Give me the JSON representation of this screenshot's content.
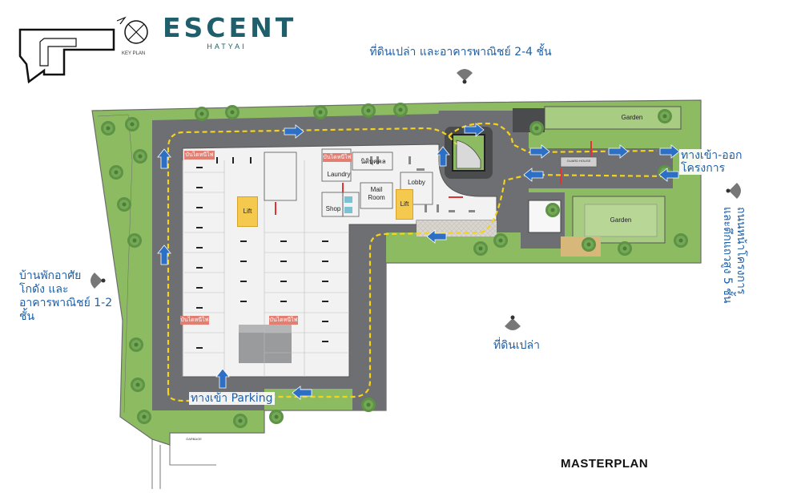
{
  "brand": {
    "name": "ESCENT",
    "subtitle": "HATYAI"
  },
  "key_plan_label": "KEY PLAN",
  "surroundings": {
    "top": "ที่ดินเปล่า และอาคารพาณิชย์ 2-4 ชั้น",
    "left_line1": "บ้านพักอาศัย",
    "left_line2": "โกดัง และ",
    "left_line3": "อาคารพาณิชย์ 1-2 ชั้น",
    "bottom": "ที่ดินเปล่า",
    "right_line1": "ถนนหน้าโครงการ",
    "right_line2": "และตึกแถวสูง 5 ชั้น"
  },
  "entrances": {
    "project_line1": "ทางเข้า-ออก",
    "project_line2": "โครงการ",
    "parking": "ทางเข้า Parking"
  },
  "rooms": {
    "laundry": "Laundry",
    "juristic": "นิติบุคคล",
    "mail_line1": "Mail",
    "mail_line2": "Room",
    "lobby": "Lobby",
    "shop": "Shop",
    "lift_a": "Lift",
    "lift_b": "Lift",
    "fire_1": "บันไดหนีไฟ",
    "fire_2": "บันไดหนีไฟ",
    "fire_3": "บันไดหนีไฟ",
    "fire_4": "บันไดหนีไฟ",
    "garden_top": "Garden",
    "garden_right": "Garden",
    "guard": "GUARD HOUSE",
    "garbage": "GARBAGE"
  },
  "footer": {
    "title": "MASTERPLAN"
  },
  "colors": {
    "brand": "#1e5f6b",
    "label_blue": "#1f5fa6",
    "road": "#6e6f72",
    "grass": "#8dbb62",
    "tree": "#5e9245",
    "building": "#f2f2f2",
    "route": "#f5d31c",
    "arrow": "#2c6fc4",
    "fire_stair": "#e27f72",
    "lift": "#f4c94e"
  }
}
